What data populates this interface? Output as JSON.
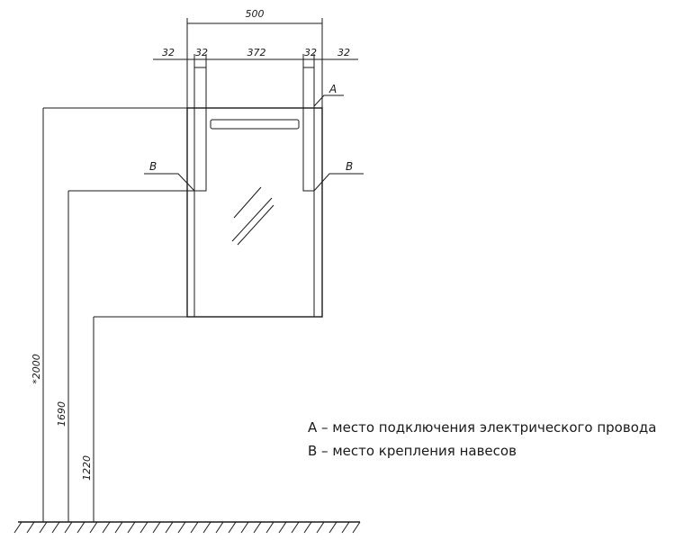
{
  "dimensions": {
    "overall_width": "500",
    "left_outer": "32",
    "left_inner": "32",
    "inner_width": "372",
    "right_inner": "32",
    "right_outer": "32",
    "height_total": "*2000",
    "height_mount": "1690",
    "height_bottom": "1220"
  },
  "markers": {
    "a": "A",
    "b_left": "B",
    "b_right": "B"
  },
  "legend": {
    "a_text": "A – место подключения электрического провода",
    "b_text": "B – место крепления навесов"
  }
}
